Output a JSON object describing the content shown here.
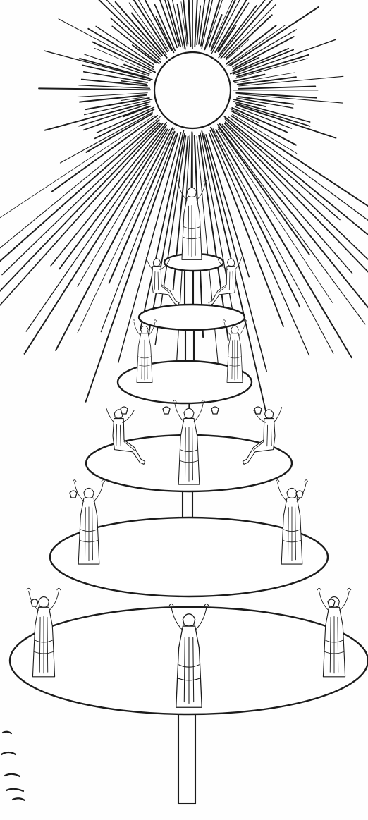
{
  "image": {
    "ink": "#1b1b1b",
    "paper": "#fefefe",
    "motifs": [
      "sun",
      "tiered-tree",
      "standing-figures",
      "seated-figures",
      "margin-marks"
    ]
  }
}
